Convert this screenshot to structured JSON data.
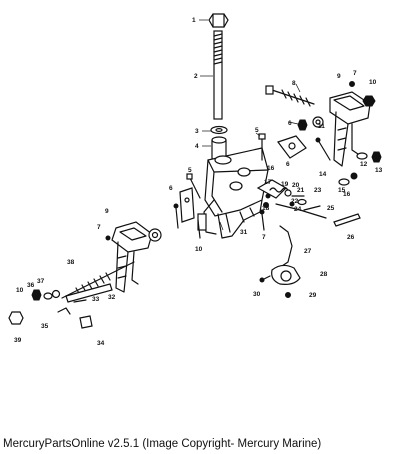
{
  "footer": {
    "text": "MercuryPartsOnline v2.5.1 (Image Copyright- Mercury Marine)"
  },
  "callouts": [
    "1",
    "2",
    "3",
    "4",
    "5",
    "6",
    "7",
    "8",
    "9",
    "10",
    "11",
    "12",
    "13",
    "14",
    "15",
    "16",
    "17",
    "18",
    "19",
    "20",
    "21",
    "22",
    "23",
    "24",
    "25",
    "26",
    "27",
    "28",
    "29",
    "30",
    "31",
    "32",
    "33",
    "34",
    "35",
    "36",
    "37",
    "38",
    "39"
  ],
  "extra_callouts": [
    "5",
    "6",
    "6",
    "7",
    "7",
    "9",
    "10",
    "10",
    "16"
  ]
}
